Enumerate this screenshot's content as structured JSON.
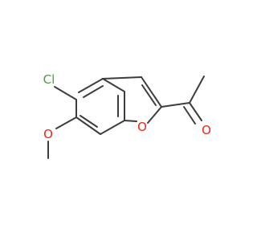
{
  "molecule": {
    "atoms": {
      "cl": {
        "symbol": "Cl",
        "color": "#4a9b3f"
      },
      "o_methoxy": {
        "symbol": "O",
        "color": "#e8281a"
      },
      "o_ring": {
        "symbol": "O",
        "color": "#e8281a"
      },
      "o_carbonyl": {
        "symbol": "O",
        "color": "#e8281a"
      }
    },
    "bond_color": "#3d3d3d"
  }
}
